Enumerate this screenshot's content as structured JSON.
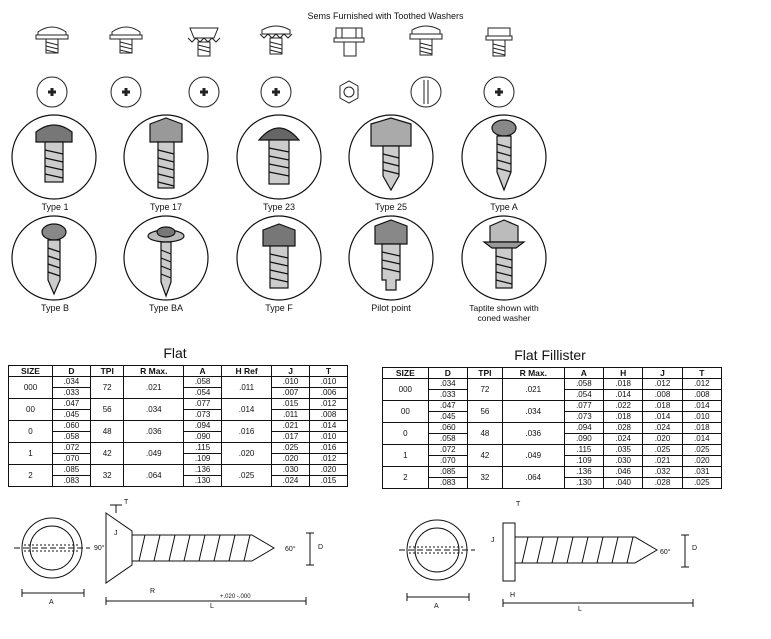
{
  "header": {
    "title": "Sems Furnished with Toothed Washers"
  },
  "screw_types": [
    {
      "label": "Type 1"
    },
    {
      "label": "Type 17"
    },
    {
      "label": "Type 23"
    },
    {
      "label": "Type 25"
    },
    {
      "label": "Type A"
    },
    {
      "label": "Type B"
    },
    {
      "label": "Type BA"
    },
    {
      "label": "Type F"
    },
    {
      "label": "Pilot point"
    },
    {
      "label_line1": "Taptite shown with",
      "label_line2": "coned washer"
    }
  ],
  "tables": {
    "flat": {
      "title": "Flat",
      "headers": [
        "SIZE",
        "D",
        "TPI",
        "R Max.",
        "A",
        "H Ref",
        "J",
        "T"
      ],
      "rows": [
        {
          "size": "000",
          "d": [
            ".034",
            ".033"
          ],
          "tpi": "72",
          "r": ".021",
          "a": [
            ".058",
            ".054"
          ],
          "h": ".011",
          "j": [
            ".010",
            ".007"
          ],
          "t": [
            ".010",
            ".006"
          ]
        },
        {
          "size": "00",
          "d": [
            ".047",
            ".045"
          ],
          "tpi": "56",
          "r": ".034",
          "a": [
            ".077",
            ".073"
          ],
          "h": ".014",
          "j": [
            ".015",
            ".011"
          ],
          "t": [
            ".012",
            ".008"
          ]
        },
        {
          "size": "0",
          "d": [
            ".060",
            ".058"
          ],
          "tpi": "48",
          "r": ".036",
          "a": [
            ".094",
            ".090"
          ],
          "h": ".016",
          "j": [
            ".021",
            ".017"
          ],
          "t": [
            ".014",
            ".010"
          ]
        },
        {
          "size": "1",
          "d": [
            ".072",
            ".070"
          ],
          "tpi": "42",
          "r": ".049",
          "a": [
            ".115",
            ".109"
          ],
          "h": ".020",
          "j": [
            ".025",
            ".020"
          ],
          "t": [
            ".016",
            ".012"
          ]
        },
        {
          "size": "2",
          "d": [
            ".085",
            ".083"
          ],
          "tpi": "32",
          "r": ".064",
          "a": [
            ".136",
            ".130"
          ],
          "h": ".025",
          "j": [
            ".030",
            ".024"
          ],
          "t": [
            ".020",
            ".015"
          ]
        }
      ]
    },
    "flat_fillister": {
      "title": "Flat Fillister",
      "headers": [
        "SIZE",
        "D",
        "TPI",
        "R Max.",
        "A",
        "H",
        "J",
        "T"
      ],
      "rows": [
        {
          "size": "000",
          "d": [
            ".034",
            ".033"
          ],
          "tpi": "72",
          "r": ".021",
          "a": [
            ".058",
            ".054"
          ],
          "h": [
            ".018",
            ".014"
          ],
          "j": [
            ".012",
            ".008"
          ],
          "t": [
            ".012",
            ".008"
          ]
        },
        {
          "size": "00",
          "d": [
            ".047",
            ".045"
          ],
          "tpi": "56",
          "r": ".034",
          "a": [
            ".077",
            ".073"
          ],
          "h": [
            ".022",
            ".018"
          ],
          "j": [
            ".018",
            ".014"
          ],
          "t": [
            ".014",
            ".010"
          ]
        },
        {
          "size": "0",
          "d": [
            ".060",
            ".058"
          ],
          "tpi": "48",
          "r": ".036",
          "a": [
            ".094",
            ".090"
          ],
          "h": [
            ".028",
            ".024"
          ],
          "j": [
            ".024",
            ".020"
          ],
          "t": [
            ".018",
            ".014"
          ]
        },
        {
          "size": "1",
          "d": [
            ".072",
            ".070"
          ],
          "tpi": "42",
          "r": ".049",
          "a": [
            ".115",
            ".109"
          ],
          "h": [
            ".035",
            ".030"
          ],
          "j": [
            ".025",
            ".021"
          ],
          "t": [
            ".025",
            ".020"
          ]
        },
        {
          "size": "2",
          "d": [
            ".085",
            ".083"
          ],
          "tpi": "32",
          "r": ".064",
          "a": [
            ".136",
            ".130"
          ],
          "h": [
            ".046",
            ".040"
          ],
          "j": [
            ".032",
            ".028"
          ],
          "t": [
            ".031",
            ".025"
          ]
        }
      ]
    }
  },
  "diagram_labels": {
    "flat": {
      "a": "A",
      "l": "L",
      "t": "T",
      "d": "D",
      "r": "R",
      "j": "J",
      "angle_head": "90°",
      "angle_point": "60°",
      "tol": "+.020 -.000"
    },
    "fillister": {
      "a": "A",
      "l": "L",
      "t": "T",
      "d": "D",
      "h": "H",
      "j": "J",
      "angle_point": "60°"
    }
  }
}
